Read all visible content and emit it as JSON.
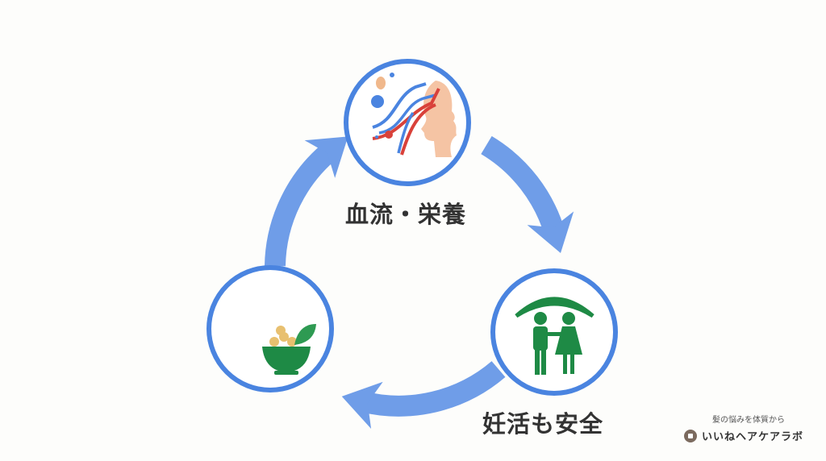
{
  "nodes": [
    {
      "id": "blood",
      "label": "血流・栄養",
      "icon": "head-blood-flow-icon"
    },
    {
      "id": "pregnancy",
      "label": "妊活も安全",
      "icon": "couple-umbrella-icon"
    },
    {
      "id": "lifestyle",
      "label": "",
      "icon": "moon-bowl-icon"
    }
  ],
  "brand": {
    "tagline": "髪の悩みを体質から",
    "name": "いいねヘアケアラボ"
  },
  "colors": {
    "ring": "#4a84e0",
    "arrow": "#6f9de8",
    "green": "#1e8a45",
    "red": "#d9413a",
    "yellow": "#f2c12e",
    "skin": "#f5c4a4"
  }
}
